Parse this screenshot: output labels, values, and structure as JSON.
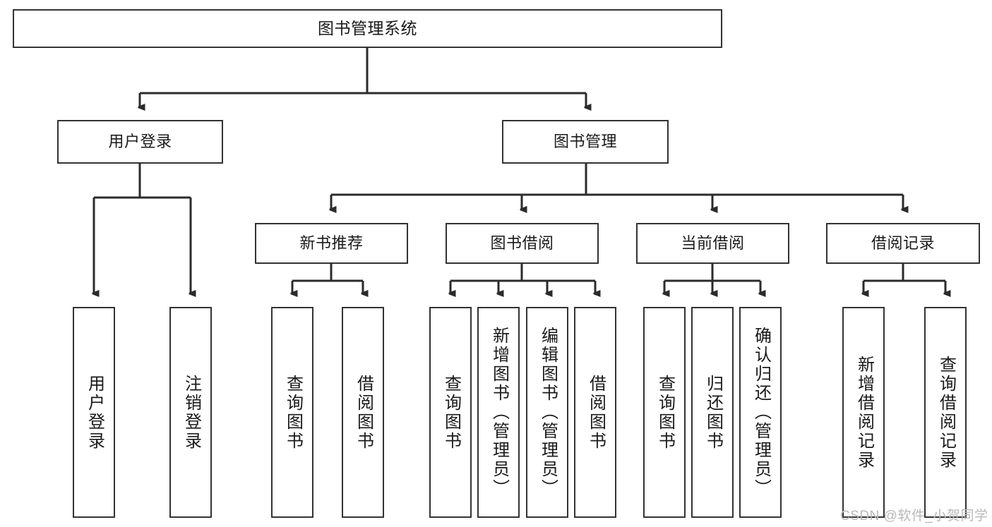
{
  "diagram": {
    "title": "图书管理系统",
    "type": "hierarchy-tree",
    "colors": {
      "box_border": "#333333",
      "box_fill": "#ffffff",
      "connector": "#2b2b2b",
      "text": "#1a1a1a",
      "watermark": "#b9b9b9"
    },
    "root": {
      "label": "图书管理系统"
    },
    "level2": [
      {
        "id": "user-login",
        "label": "用户登录"
      },
      {
        "id": "book-manage",
        "label": "图书管理"
      }
    ],
    "level3": [
      {
        "id": "new-book-recommend",
        "label": "新书推荐"
      },
      {
        "id": "book-borrow",
        "label": "图书借阅"
      },
      {
        "id": "current-borrow",
        "label": "当前借阅"
      },
      {
        "id": "borrow-record",
        "label": "借阅记录"
      }
    ],
    "leaves": [
      {
        "id": "leaf-user-login",
        "label": "用户登录",
        "parent": "user-login"
      },
      {
        "id": "leaf-logout",
        "label": "注销登录",
        "parent": "user-login"
      },
      {
        "id": "leaf-query-book-1",
        "label": "查询图书",
        "parent": "new-book-recommend"
      },
      {
        "id": "leaf-borrow-book-1",
        "label": "借阅图书",
        "parent": "new-book-recommend"
      },
      {
        "id": "leaf-query-book-2",
        "label": "查询图书",
        "parent": "book-borrow"
      },
      {
        "id": "leaf-add-book",
        "label": "新增图书（管理员）",
        "parent": "book-borrow"
      },
      {
        "id": "leaf-edit-book",
        "label": "编辑图书（管理员）",
        "parent": "book-borrow"
      },
      {
        "id": "leaf-borrow-book-2",
        "label": "借阅图书",
        "parent": "book-borrow"
      },
      {
        "id": "leaf-query-book-3",
        "label": "查询图书",
        "parent": "current-borrow"
      },
      {
        "id": "leaf-return-book",
        "label": "归还图书",
        "parent": "current-borrow"
      },
      {
        "id": "leaf-confirm-return",
        "label": "确认归还（管理员）",
        "parent": "current-borrow"
      },
      {
        "id": "leaf-add-record",
        "label": "新增借阅记录",
        "parent": "borrow-record"
      },
      {
        "id": "leaf-query-record",
        "label": "查询借阅记录",
        "parent": "borrow-record"
      }
    ],
    "watermark": "CSDN @软件_小贺同学"
  }
}
